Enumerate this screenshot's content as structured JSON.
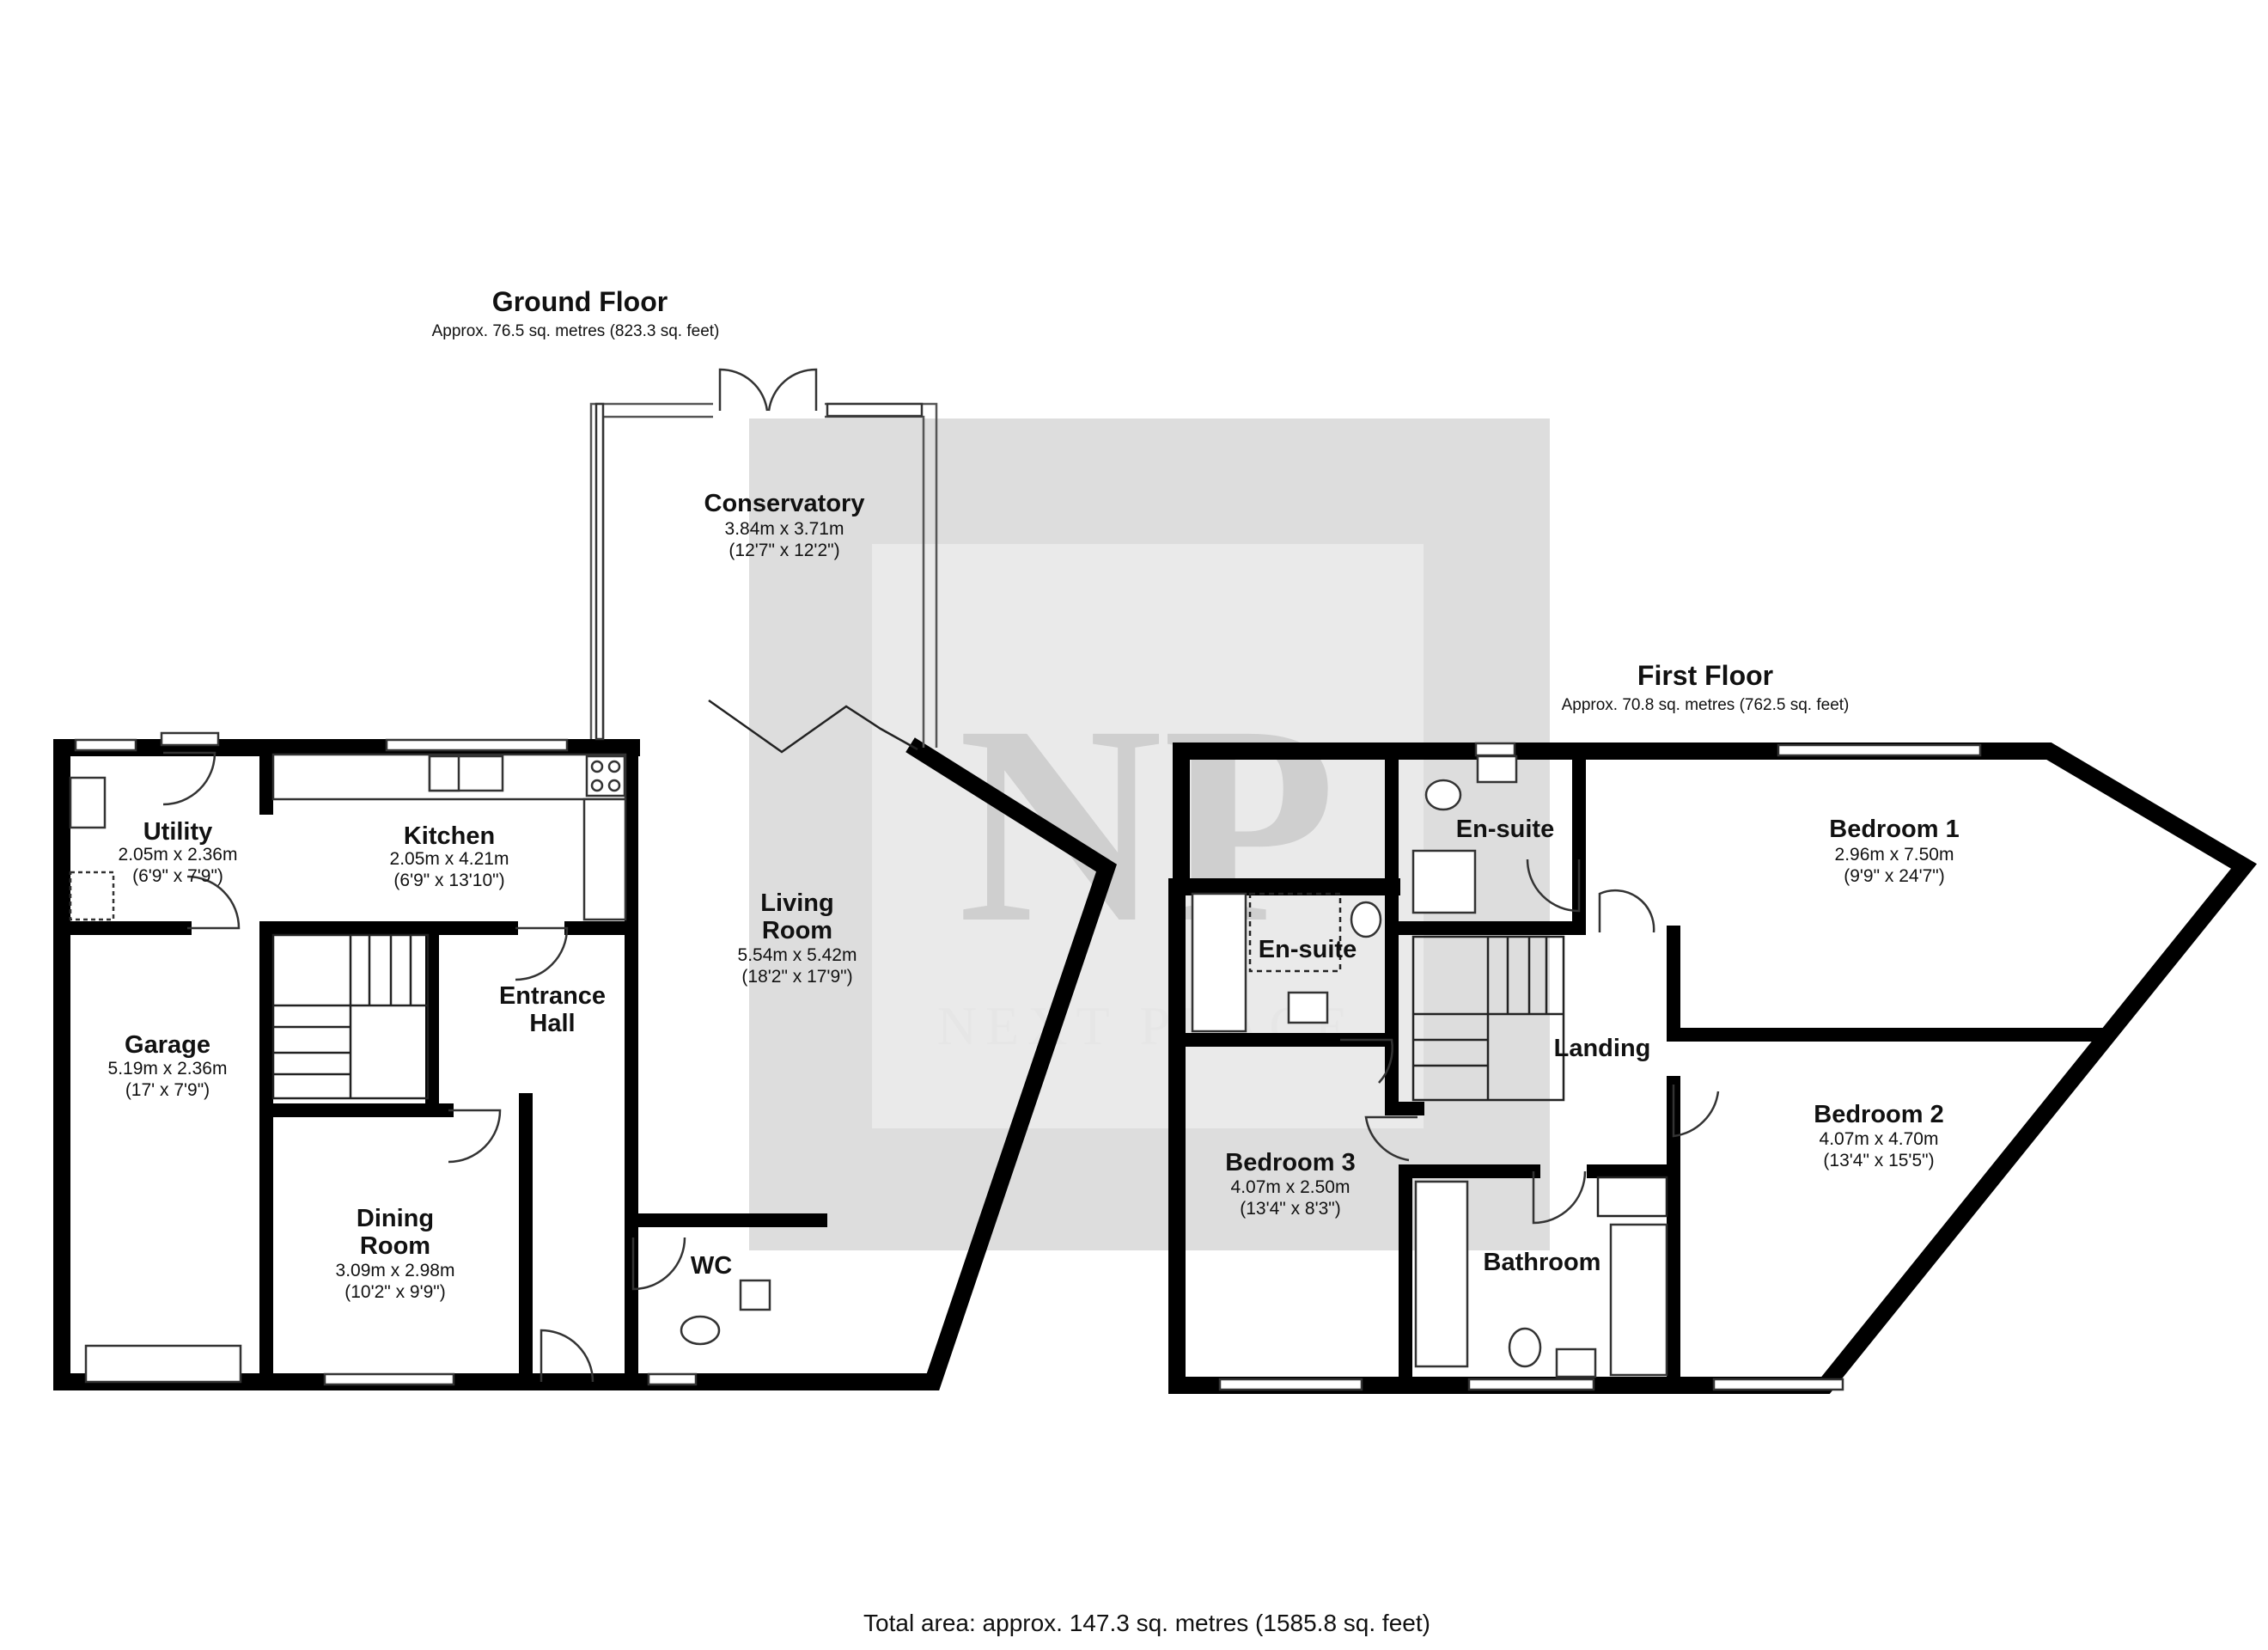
{
  "watermark": {
    "logo_letters": "NP",
    "brand_text": "NEXT PLACE",
    "colors": {
      "outer": "#d9d9d9",
      "inner": "#eaeaea"
    }
  },
  "ground_floor": {
    "title": "Ground Floor",
    "area": "Approx. 76.5 sq. metres (823.3 sq. feet)",
    "rooms": {
      "conservatory": {
        "name": "Conservatory",
        "dim_m": "3.84m x 3.71m",
        "dim_ft": "(12'7\" x 12'2\")"
      },
      "utility": {
        "name": "Utility",
        "dim_m": "2.05m x 2.36m",
        "dim_ft": "(6'9\" x 7'9\")"
      },
      "kitchen": {
        "name": "Kitchen",
        "dim_m": "2.05m x 4.21m",
        "dim_ft": "(6'9\" x 13'10\")"
      },
      "living_room": {
        "name_line1": "Living",
        "name_line2": "Room",
        "dim_m": "5.54m x 5.42m",
        "dim_ft": "(18'2\" x 17'9\")"
      },
      "entrance_hall": {
        "name_line1": "Entrance",
        "name_line2": "Hall"
      },
      "garage": {
        "name": "Garage",
        "dim_m": "5.19m x 2.36m",
        "dim_ft": "(17' x 7'9\")"
      },
      "dining_room": {
        "name_line1": "Dining",
        "name_line2": "Room",
        "dim_m": "3.09m x 2.98m",
        "dim_ft": "(10'2\" x 9'9\")"
      },
      "wc": {
        "name": "WC"
      }
    }
  },
  "first_floor": {
    "title": "First Floor",
    "area": "Approx. 70.8 sq. metres (762.5 sq. feet)",
    "rooms": {
      "ensuite_1": {
        "name": "En-suite"
      },
      "bedroom_1": {
        "name": "Bedroom 1",
        "dim_m": "2.96m x 7.50m",
        "dim_ft": "(9'9\" x 24'7\")"
      },
      "ensuite_2": {
        "name": "En-suite"
      },
      "landing": {
        "name": "Landing"
      },
      "bedroom_2": {
        "name": "Bedroom 2",
        "dim_m": "4.07m x 4.70m",
        "dim_ft": "(13'4\" x 15'5\")"
      },
      "bedroom_3": {
        "name": "Bedroom 3",
        "dim_m": "4.07m x 2.50m",
        "dim_ft": "(13'4\" x 8'3\")"
      },
      "bathroom": {
        "name": "Bathroom"
      }
    }
  },
  "total_area": "Total area: approx. 147.3 sq. metres (1585.8 sq. feet)"
}
